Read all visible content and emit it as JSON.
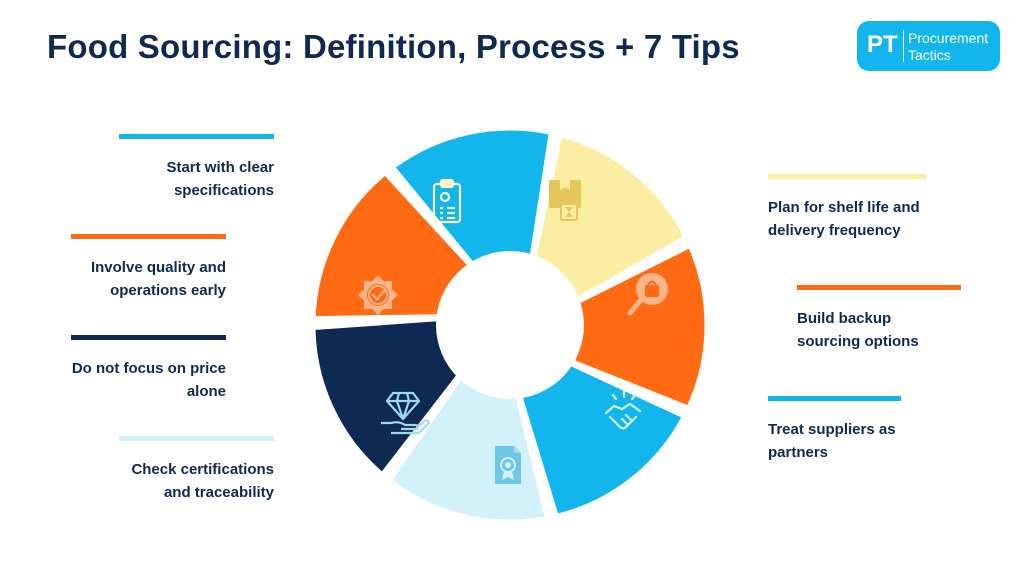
{
  "header": {
    "title": "Food Sourcing: Definition, Process + 7 Tips"
  },
  "logo": {
    "abbr": "PT",
    "name_line1": "Procurement",
    "name_line2": "Tactics"
  },
  "colors": {
    "navy": "#0f2a52",
    "sky": "#13b6ec",
    "orange": "#ff6a13",
    "yellow": "#fbeea2",
    "light_blue": "#d3f1fb",
    "icon_tint": "#fdf3c4"
  },
  "tips_left": [
    {
      "label": "Start with clear specifications",
      "line1": "Start with clear",
      "line2": "specifications",
      "color": "#13b6ec"
    },
    {
      "label": "Involve quality and operations early",
      "line1": "Involve quality and",
      "line2": "operations early",
      "color": "#ff6a13"
    },
    {
      "label": "Do not focus on price alone",
      "line1": "Do not focus on price",
      "line2": "alone",
      "color": "#0f2a52"
    },
    {
      "label": "Check certifications and traceability",
      "line1": "Check certifications",
      "line2": "and traceability",
      "color": "#d3f1fb"
    }
  ],
  "tips_right": [
    {
      "label": "Plan for shelf life and delivery frequency",
      "line1": "Plan for shelf life and",
      "line2": "delivery frequency",
      "color": "#fbeea2"
    },
    {
      "label": "Build backup sourcing options",
      "line1": "Build backup",
      "line2": "sourcing options",
      "color": "#ff6a13"
    },
    {
      "label": "Treat suppliers as partners",
      "line1": "Treat suppliers as",
      "line2": "partners",
      "color": "#13b6ec"
    }
  ],
  "wheel": {
    "segments": [
      {
        "name": "specifications",
        "color": "#13b6ec",
        "icon": "clipboard-icon"
      },
      {
        "name": "shelf-life",
        "color": "#fbeea2",
        "icon": "box-hourglass-icon"
      },
      {
        "name": "backup-sourcing",
        "color": "#ff6a13",
        "icon": "search-bag-icon"
      },
      {
        "name": "partners",
        "color": "#13b6ec",
        "icon": "handshake-icon"
      },
      {
        "name": "certifications",
        "color": "#d3f1fb",
        "icon": "certificate-icon"
      },
      {
        "name": "price",
        "color": "#0f2a52",
        "icon": "diamond-hand-icon"
      },
      {
        "name": "quality",
        "color": "#ff6a13",
        "icon": "quality-badge-icon"
      }
    ]
  }
}
